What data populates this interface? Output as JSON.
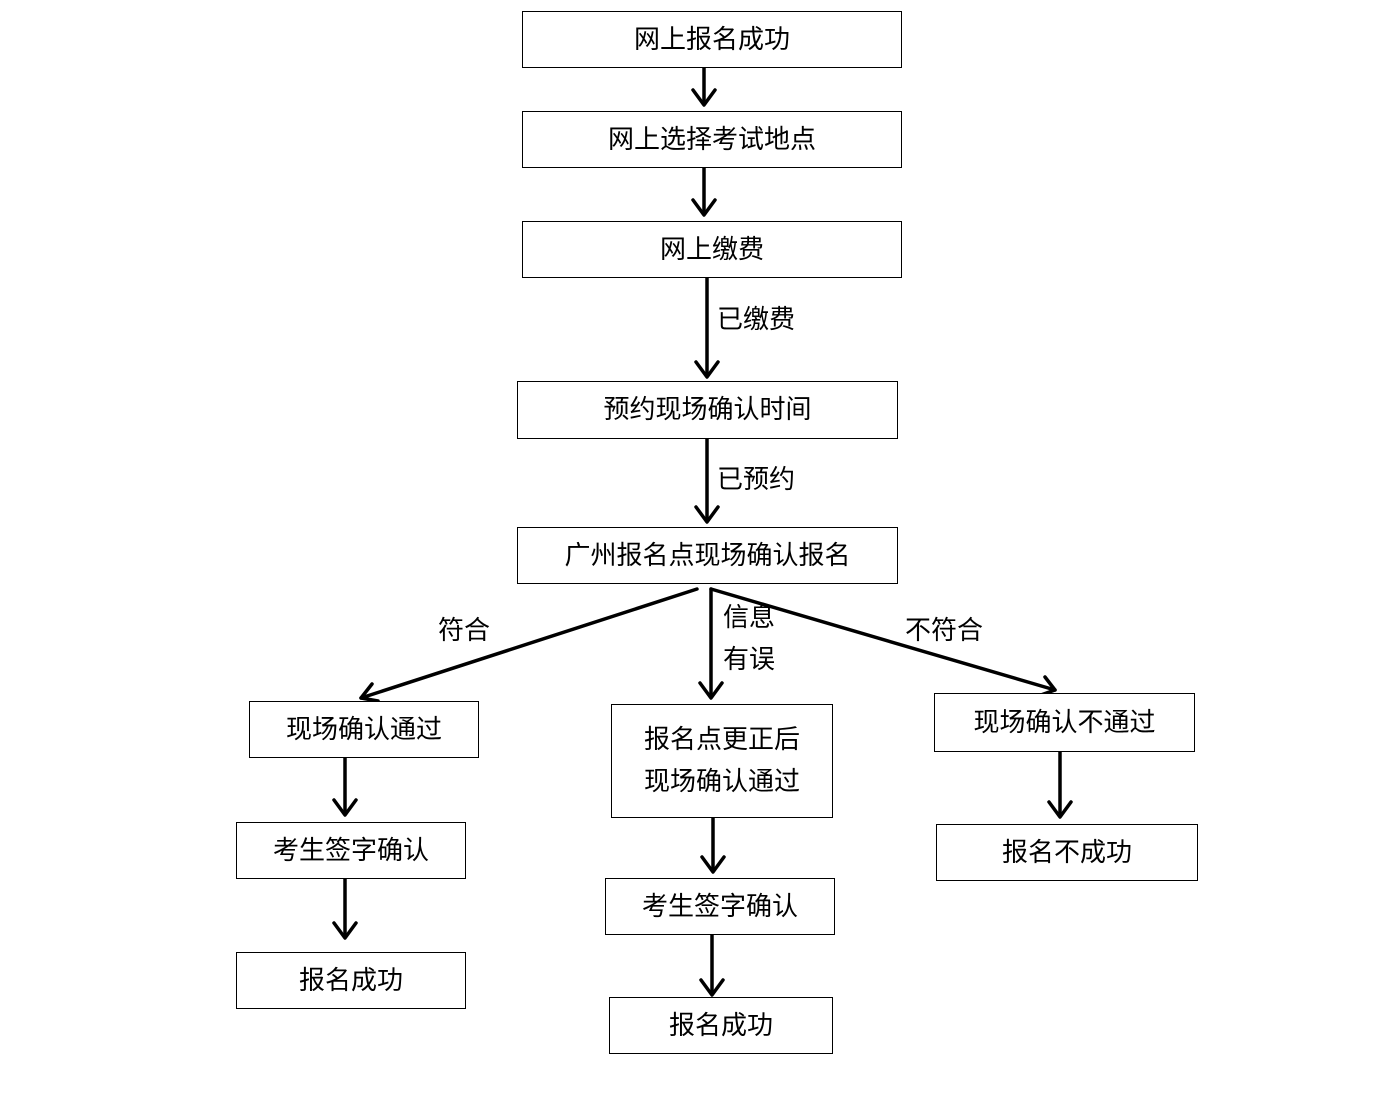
{
  "nodes": {
    "online_signup_success": "网上报名成功",
    "online_select_location": "网上选择考试地点",
    "online_payment": "网上缴费",
    "book_confirm_time": "预约现场确认时间",
    "gz_onsite_confirm": "广州报名点现场确认报名",
    "onsite_pass": "现场确认通过",
    "correct_then_pass_line1": "报名点更正后",
    "correct_then_pass_line2": "现场确认通过",
    "onsite_fail": "现场确认不通过",
    "sign_confirm_left": "考生签字确认",
    "sign_confirm_mid": "考生签字确认",
    "success_left": "报名成功",
    "success_mid": "报名成功",
    "fail_right": "报名不成功"
  },
  "edge_labels": {
    "paid": "已缴费",
    "booked": "已预约",
    "meets": "符合",
    "info_error_line1": "信息",
    "info_error_line2": "有误",
    "not_meets": "不符合"
  }
}
